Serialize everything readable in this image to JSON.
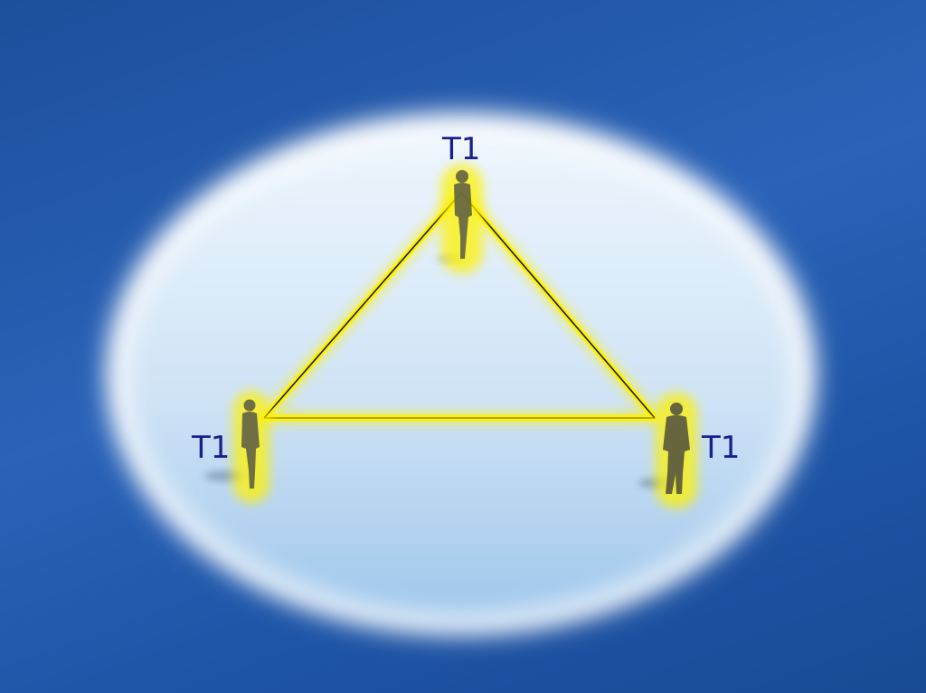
{
  "nodes": [
    {
      "id": "top",
      "label": "T1"
    },
    {
      "id": "left",
      "label": "T1"
    },
    {
      "id": "right",
      "label": "T1"
    }
  ],
  "edges": [
    {
      "from": "top",
      "to": "left"
    },
    {
      "from": "top",
      "to": "right"
    },
    {
      "from": "left",
      "to": "right"
    }
  ],
  "colors": {
    "background": "#2259ad",
    "spotlight": "#ffffff",
    "spotlight_edge": "#9cc6ee",
    "highlight": "#ffee00",
    "edge_line": "#1a1a4a",
    "label_text": "#1a1f8f",
    "figure": "#4a4a3a"
  },
  "icons": {
    "person": "person-silhouette-icon"
  }
}
